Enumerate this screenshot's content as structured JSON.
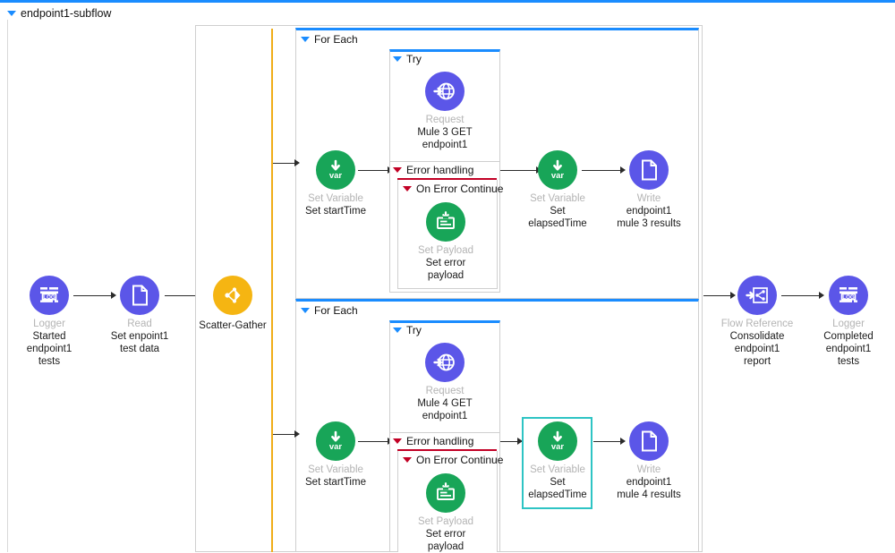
{
  "editor": {
    "flow_title": "endpoint1-subflow",
    "accent_blue": "#1a8cff",
    "accent_orange": "#f0ad18",
    "accent_red": "#c20025",
    "selection_color": "#2ec4c4",
    "node_purple": "#5b56e8",
    "node_green": "#18a558",
    "node_amber": "#f5b512"
  },
  "containers": {
    "for_each_top": {
      "label": "For Each"
    },
    "for_each_bottom": {
      "label": "For Each"
    },
    "try_top": {
      "label": "Try"
    },
    "try_bottom": {
      "label": "Try"
    },
    "error_handling_top": {
      "label": "Error handling"
    },
    "error_handling_bottom": {
      "label": "Error handling"
    },
    "on_error_continue_top": {
      "label": "On Error Continue"
    },
    "on_error_continue_bottom": {
      "label": "On Error Continue"
    }
  },
  "nodes": {
    "logger_start": {
      "icon": "logger-icon",
      "type": "Logger",
      "name": "Started\nendpoint1\ntests"
    },
    "read_testdata": {
      "icon": "file-read-icon",
      "type": "Read",
      "name": "Set enpoint1\ntest data"
    },
    "scatter_gather": {
      "icon": "scatter-gather-icon",
      "type": "",
      "name": "Scatter-Gather"
    },
    "set_start_top": {
      "icon": "set-variable-icon",
      "type": "Set Variable",
      "name": "Set startTime"
    },
    "request_top": {
      "icon": "http-request-icon",
      "type": "Request",
      "name": "Mule 3 GET\nendpoint1"
    },
    "set_payload_top": {
      "icon": "set-payload-icon",
      "type": "Set Payload",
      "name": "Set error\npayload"
    },
    "set_elapsed_top": {
      "icon": "set-variable-icon",
      "type": "Set Variable",
      "name": "Set\nelapsedTime"
    },
    "write_top": {
      "icon": "file-write-icon",
      "type": "Write",
      "name": "endpoint1\nmule 3 results"
    },
    "set_start_bot": {
      "icon": "set-variable-icon",
      "type": "Set Variable",
      "name": "Set startTime"
    },
    "request_bot": {
      "icon": "http-request-icon",
      "type": "Request",
      "name": "Mule 4 GET\nendpoint1"
    },
    "set_payload_bot": {
      "icon": "set-payload-icon",
      "type": "Set Payload",
      "name": "Set error\npayload"
    },
    "set_elapsed_bot": {
      "icon": "set-variable-icon",
      "type": "Set Variable",
      "name": "Set\nelapsedTime",
      "selected": true
    },
    "write_bot": {
      "icon": "file-write-icon",
      "type": "Write",
      "name": "endpoint1\nmule 4 results"
    },
    "flow_ref": {
      "icon": "flow-reference-icon",
      "type": "Flow Reference",
      "name": "Consolidate\nendpoint1\nreport"
    },
    "logger_end": {
      "icon": "logger-icon",
      "type": "Logger",
      "name": "Completed\nendpoint1\ntests"
    }
  }
}
